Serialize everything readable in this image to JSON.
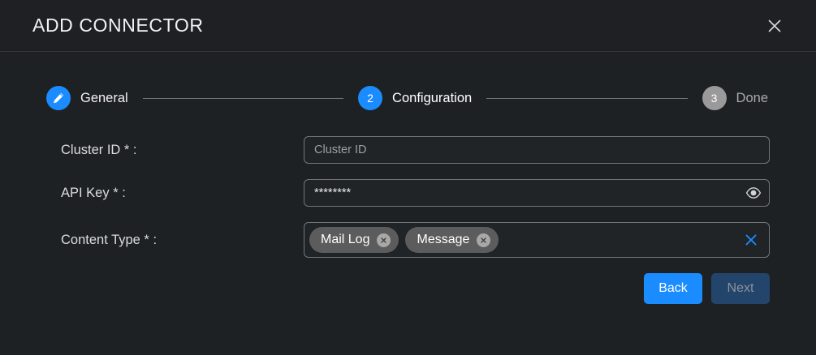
{
  "header": {
    "title": "ADD CONNECTOR",
    "close_icon": "close-icon"
  },
  "stepper": {
    "steps": [
      {
        "marker": "pencil-icon",
        "label": "General",
        "state": "completed"
      },
      {
        "marker": "2",
        "label": "Configuration",
        "state": "active"
      },
      {
        "marker": "3",
        "label": "Done",
        "state": "upcoming"
      }
    ]
  },
  "form": {
    "fields": [
      {
        "label": "Cluster ID * :",
        "type": "text",
        "value": "",
        "placeholder": "Cluster ID"
      },
      {
        "label": "API Key * :",
        "type": "password",
        "value": "********",
        "placeholder": "",
        "icon": "eye-icon"
      },
      {
        "label": "Content Type * :",
        "type": "multiselect",
        "chips": [
          {
            "label": "Mail Log",
            "remove_icon": "chip-remove-icon"
          },
          {
            "label": "Message",
            "remove_icon": "chip-remove-icon"
          }
        ],
        "clear_icon": "clear-all-icon"
      }
    ]
  },
  "actions": {
    "back_label": "Back",
    "next_label": "Next",
    "next_disabled": true
  },
  "colors": {
    "accent": "#1a8cff",
    "background": "#1e2124",
    "header_background": "#1e2023",
    "field_border": "#71767a",
    "chip_background": "#5c5c5c",
    "step_inactive": "#9a9a9a",
    "next_disabled_background": "#24456b"
  }
}
